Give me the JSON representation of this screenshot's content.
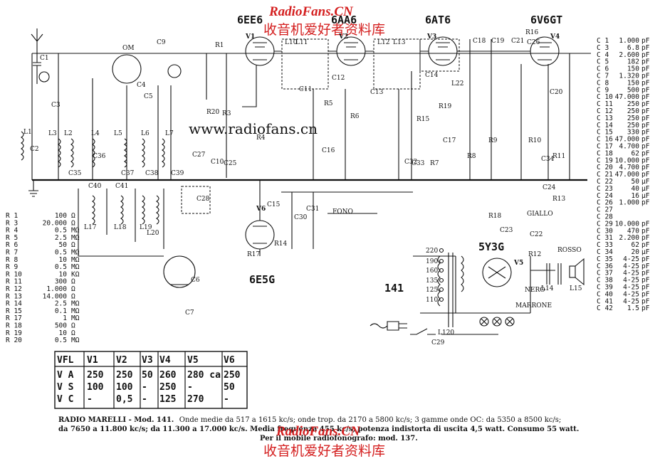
{
  "watermark": {
    "site": "RadioFans.CN",
    "chinese": "收音机爱好者资料库",
    "faint": "www.radiofans.cn"
  },
  "tubes": [
    "6EE6",
    "V1",
    "6AA6",
    "V2",
    "6AT6",
    "V3",
    "6V6GT",
    "V4",
    "6E5G",
    "V6",
    "5Y3G",
    "V5"
  ],
  "model_number": "141",
  "resistor_list": [
    {
      "ref": "R 1",
      "value": "100",
      "unit": "Ω"
    },
    {
      "ref": "R 3",
      "value": "20.000",
      "unit": "Ω"
    },
    {
      "ref": "R 4",
      "value": "0.5",
      "unit": "MΩ"
    },
    {
      "ref": "R 5",
      "value": "2.5",
      "unit": "MΩ"
    },
    {
      "ref": "R 6",
      "value": "50",
      "unit": "Ω"
    },
    {
      "ref": "R 7",
      "value": "0.5",
      "unit": "MΩ"
    },
    {
      "ref": "R 8",
      "value": "10",
      "unit": "MΩ"
    },
    {
      "ref": "R 9",
      "value": "0.5",
      "unit": "MΩ"
    },
    {
      "ref": "R 10",
      "value": "10",
      "unit": "KΩ"
    },
    {
      "ref": "R 11",
      "value": "300",
      "unit": "Ω"
    },
    {
      "ref": "R 12",
      "value": "1.000",
      "unit": "Ω"
    },
    {
      "ref": "R 13",
      "value": "14.000",
      "unit": "Ω"
    },
    {
      "ref": "R 14",
      "value": "2.5",
      "unit": "MΩ"
    },
    {
      "ref": "R 15",
      "value": "0.1",
      "unit": "MΩ"
    },
    {
      "ref": "R 17",
      "value": "1",
      "unit": "MΩ"
    },
    {
      "ref": "R 18",
      "value": "500",
      "unit": "Ω"
    },
    {
      "ref": "R 19",
      "value": "10",
      "unit": "Ω"
    },
    {
      "ref": "R 20",
      "value": "0.5",
      "unit": "MΩ"
    }
  ],
  "capacitor_list": [
    {
      "ref": "C 1",
      "value": "1.000",
      "unit": "pF"
    },
    {
      "ref": "C 3",
      "value": "6.8",
      "unit": "pF"
    },
    {
      "ref": "C 4",
      "value": "2.600",
      "unit": "pF"
    },
    {
      "ref": "C 5",
      "value": "182",
      "unit": "pF"
    },
    {
      "ref": "C 6",
      "value": "150",
      "unit": "pF"
    },
    {
      "ref": "C 7",
      "value": "1.320",
      "unit": "pF"
    },
    {
      "ref": "C 8",
      "value": "150",
      "unit": "pF"
    },
    {
      "ref": "C 9",
      "value": "500",
      "unit": "pF"
    },
    {
      "ref": "C 10",
      "value": "47.000",
      "unit": "pF"
    },
    {
      "ref": "C 11",
      "value": "250",
      "unit": "pF"
    },
    {
      "ref": "C 12",
      "value": "250",
      "unit": "pF"
    },
    {
      "ref": "C 13",
      "value": "250",
      "unit": "pF"
    },
    {
      "ref": "C 14",
      "value": "250",
      "unit": "pF"
    },
    {
      "ref": "C 15",
      "value": "330",
      "unit": "pF"
    },
    {
      "ref": "C 16",
      "value": "47.000",
      "unit": "pF"
    },
    {
      "ref": "C 17",
      "value": "4.700",
      "unit": "pF"
    },
    {
      "ref": "C 18",
      "value": "62",
      "unit": "pF"
    },
    {
      "ref": "C 19",
      "value": "10.000",
      "unit": "pF"
    },
    {
      "ref": "C 20",
      "value": "4.700",
      "unit": "pF"
    },
    {
      "ref": "C 21",
      "value": "47.000",
      "unit": "pF"
    },
    {
      "ref": "C 22",
      "value": "50",
      "unit": "μF"
    },
    {
      "ref": "C 23",
      "value": "40",
      "unit": "μF"
    },
    {
      "ref": "C 24",
      "value": "16",
      "unit": "μF"
    },
    {
      "ref": "C 26",
      "value": "1.000",
      "unit": "pF"
    },
    {
      "ref": "C 27",
      "value": "",
      "unit": ""
    },
    {
      "ref": "C 28",
      "value": "",
      "unit": ""
    },
    {
      "ref": "C 29",
      "value": "10.000",
      "unit": "pF"
    },
    {
      "ref": "C 30",
      "value": "470",
      "unit": "pF"
    },
    {
      "ref": "C 31",
      "value": "2.200",
      "unit": "pF"
    },
    {
      "ref": "C 33",
      "value": "62",
      "unit": "pF"
    },
    {
      "ref": "C 34",
      "value": "20",
      "unit": "μF"
    },
    {
      "ref": "C 35",
      "value": "4-25",
      "unit": "pF"
    },
    {
      "ref": "C 36",
      "value": "4-25",
      "unit": "pF"
    },
    {
      "ref": "C 37",
      "value": "4-25",
      "unit": "pF"
    },
    {
      "ref": "C 38",
      "value": "4-25",
      "unit": "pF"
    },
    {
      "ref": "C 39",
      "value": "4-25",
      "unit": "pF"
    },
    {
      "ref": "C 40",
      "value": "4-25",
      "unit": "pF"
    },
    {
      "ref": "C 41",
      "value": "4-25",
      "unit": "pF"
    },
    {
      "ref": "C 42",
      "value": "1.5",
      "unit": "pF"
    }
  ],
  "voltage_table": {
    "headers": [
      "VFL",
      "V1",
      "V2",
      "V3",
      "V4",
      "V5",
      "V6"
    ],
    "rows": [
      [
        "V A",
        "250",
        "250",
        "50",
        "260",
        "280 ca",
        "250"
      ],
      [
        "V S",
        "100",
        "100",
        "-",
        "250",
        "-",
        "50"
      ],
      [
        "V C",
        "-",
        "0,5",
        "-",
        "125",
        "270",
        "-"
      ]
    ]
  },
  "caption": {
    "line1_bold": "RADIO MARELLI - Mod. 141.",
    "line1": "Onde medie da 517 a 1615 kc/s; onde trop. da 2170 a 5800 kc/s; 3 gamme onde OC: da 5350 a 8500 kc/s;",
    "line2": "da 7650 a 11.800 kc/s; da 11.300 a 17.000 kc/s. Media frequenza 455 kc/s; potenza indistorta di uscita 4,5 watt. Consumo 55 watt.",
    "line3": "Per il mobile radiofonografo: mod. 137."
  },
  "mains_taps": [
    "220",
    "190",
    "160",
    "135",
    "125",
    "110"
  ],
  "wire_colors": [
    "GIALLO",
    "ROSSO",
    "NERO",
    "MARRONE"
  ],
  "switch_labels": [
    "OM",
    "FONO"
  ],
  "labels": {
    "coils": [
      "L1",
      "L2",
      "L3",
      "L4",
      "L5",
      "L6",
      "L7",
      "L10",
      "L11",
      "L12",
      "L13",
      "L14",
      "L15",
      "L17",
      "L18",
      "L19",
      "L20",
      "L22",
      "L120"
    ],
    "resistors": [
      "R1",
      "R3",
      "R4",
      "R5",
      "R6",
      "R7",
      "R8",
      "R9",
      "R10",
      "R11",
      "R12",
      "R13",
      "R14",
      "R15",
      "R16",
      "R17",
      "R18",
      "R19",
      "R20"
    ],
    "capacitors": [
      "C1",
      "C2",
      "C3",
      "C4",
      "C5",
      "C6",
      "C7",
      "C9",
      "C10",
      "C11",
      "C12",
      "C13",
      "C14",
      "C15",
      "C16",
      "C17",
      "C18",
      "C19",
      "C20",
      "C21",
      "C22",
      "C23",
      "C24",
      "C25",
      "C26",
      "C27",
      "C28",
      "C29",
      "C30",
      "C31",
      "C32",
      "C33",
      "C34",
      "C35",
      "C36",
      "C37",
      "C38",
      "C39",
      "C40",
      "C41"
    ]
  }
}
